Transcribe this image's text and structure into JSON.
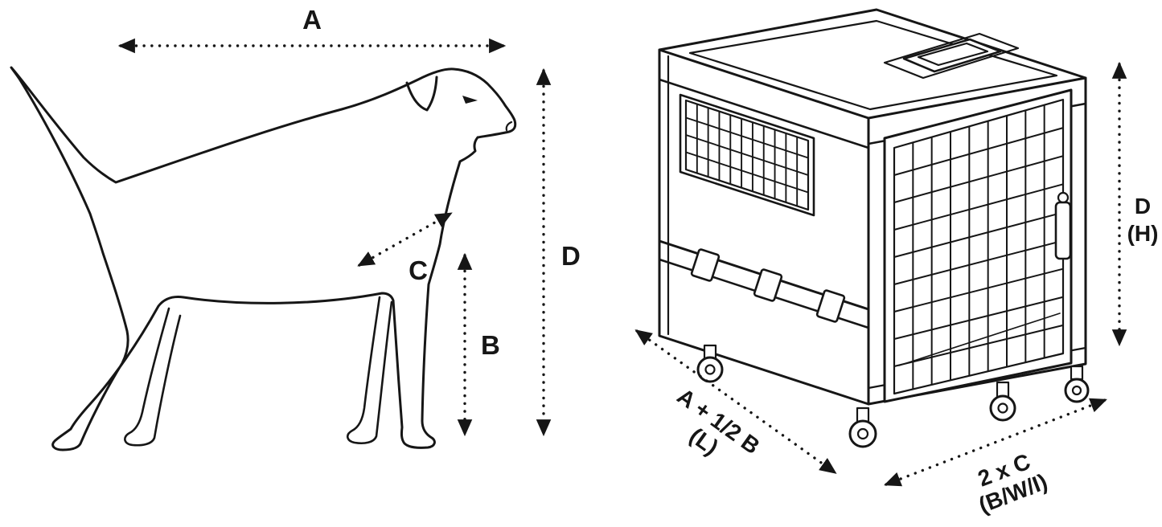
{
  "colors": {
    "ink": "#161616",
    "background": "#ffffff"
  },
  "dog": {
    "length_label": "A",
    "leg_height_label": "B",
    "chest_width_label": "C",
    "height_label": "D"
  },
  "crate": {
    "height_label": "D",
    "height_unit": "(H)",
    "length_label": "A + 1/2 B",
    "length_unit": "(L)",
    "width_label": "2 x C",
    "width_unit": "(B/W/I)"
  }
}
